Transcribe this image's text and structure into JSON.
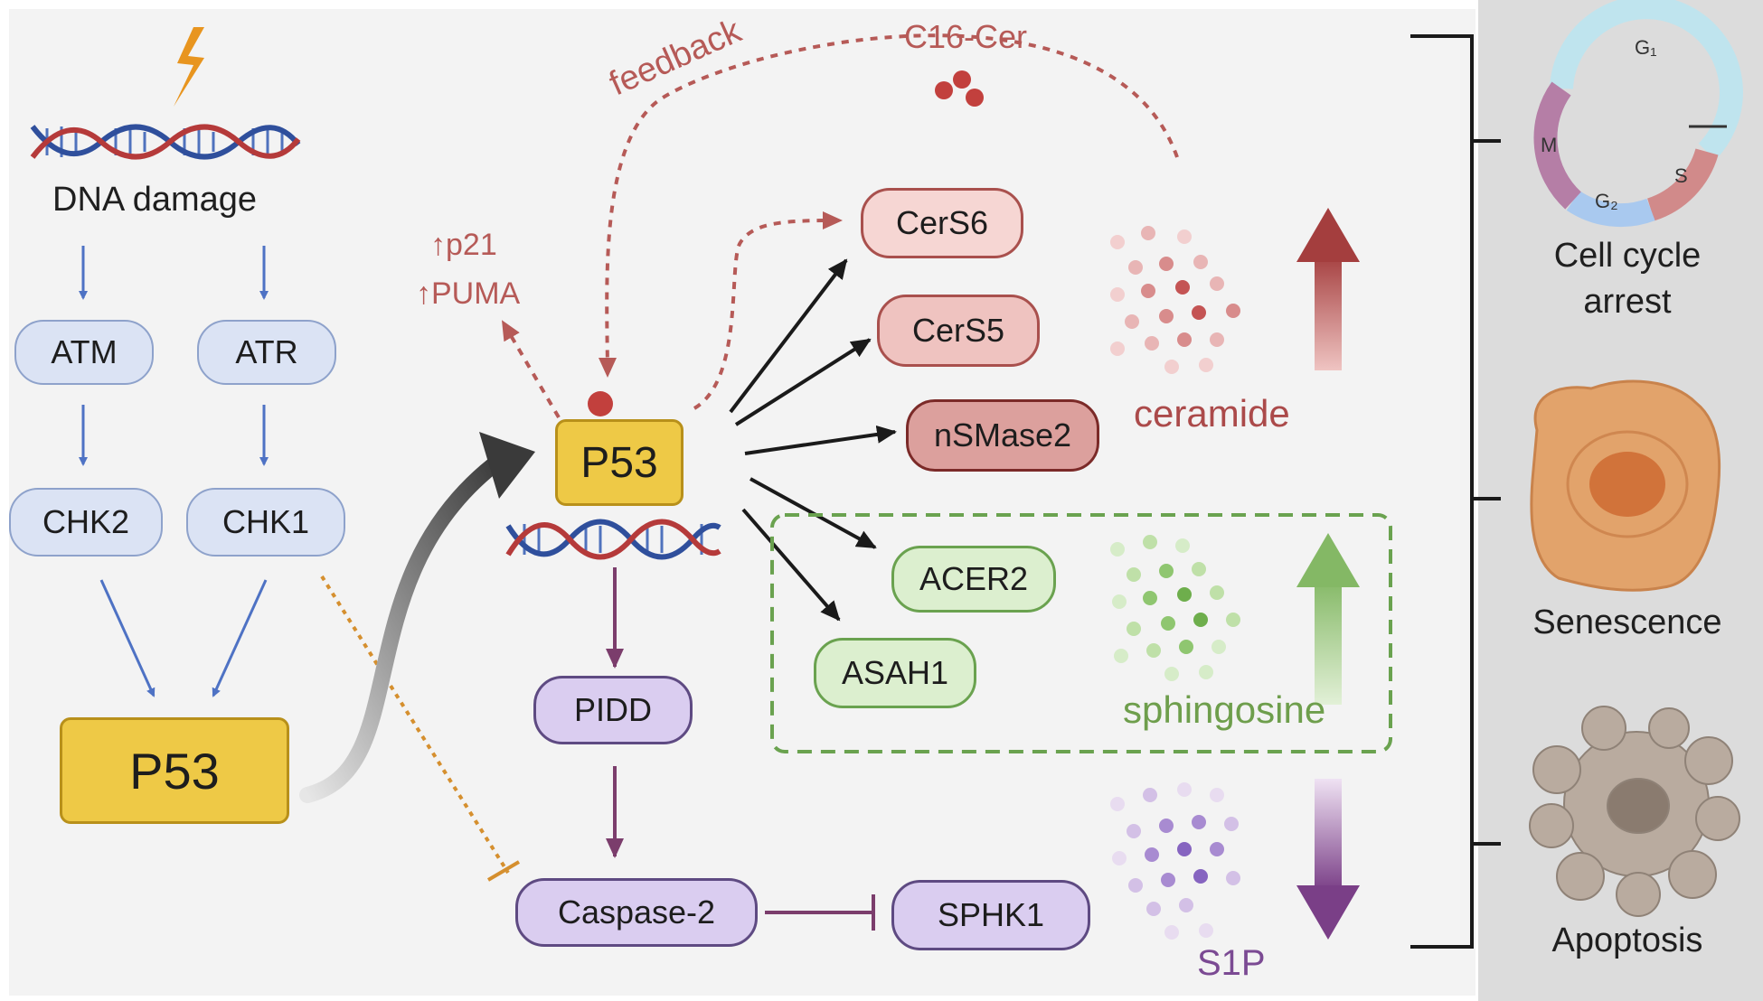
{
  "dna_damage": {
    "label": "DNA damage"
  },
  "kinases": {
    "atm": "ATM",
    "atr": "ATR",
    "chk2": "CHK2",
    "chk1": "CHK1"
  },
  "p53_main": "P53",
  "p53_active": "P53",
  "feedback": {
    "label": "feedback",
    "c16": "C16-Cer"
  },
  "targets": {
    "p21": "↑p21",
    "puma": "↑PUMA"
  },
  "enzymes": {
    "cers6": "CerS6",
    "cers5": "CerS5",
    "nsmase2": "nSMase2",
    "acer2": "ACER2",
    "asah1": "ASAH1",
    "sphk1": "SPHK1"
  },
  "pathway": {
    "pidd": "PIDD",
    "caspase2": "Caspase-2"
  },
  "lipids": {
    "ceramide": "ceramide",
    "sphingosine": "sphingosine",
    "s1p": "S1P"
  },
  "outcomes": {
    "cell_cycle_line1": "Cell cycle",
    "cell_cycle_line2": "arrest",
    "senescence": "Senescence",
    "apoptosis": "Apoptosis"
  },
  "cell_cycle_phases": {
    "g1": "G₁",
    "s": "S",
    "g2": "G₂",
    "m": "M"
  },
  "colors": {
    "blue_arrow": "#4e72c4",
    "red_dashed": "#b65a57",
    "ceramide": "#ab4a4a",
    "sphingosine": "#6e9e4c",
    "s1p": "#7b4a93",
    "purple_arrow": "#7b3d6c",
    "orange_inhibit": "#d58f2e"
  }
}
